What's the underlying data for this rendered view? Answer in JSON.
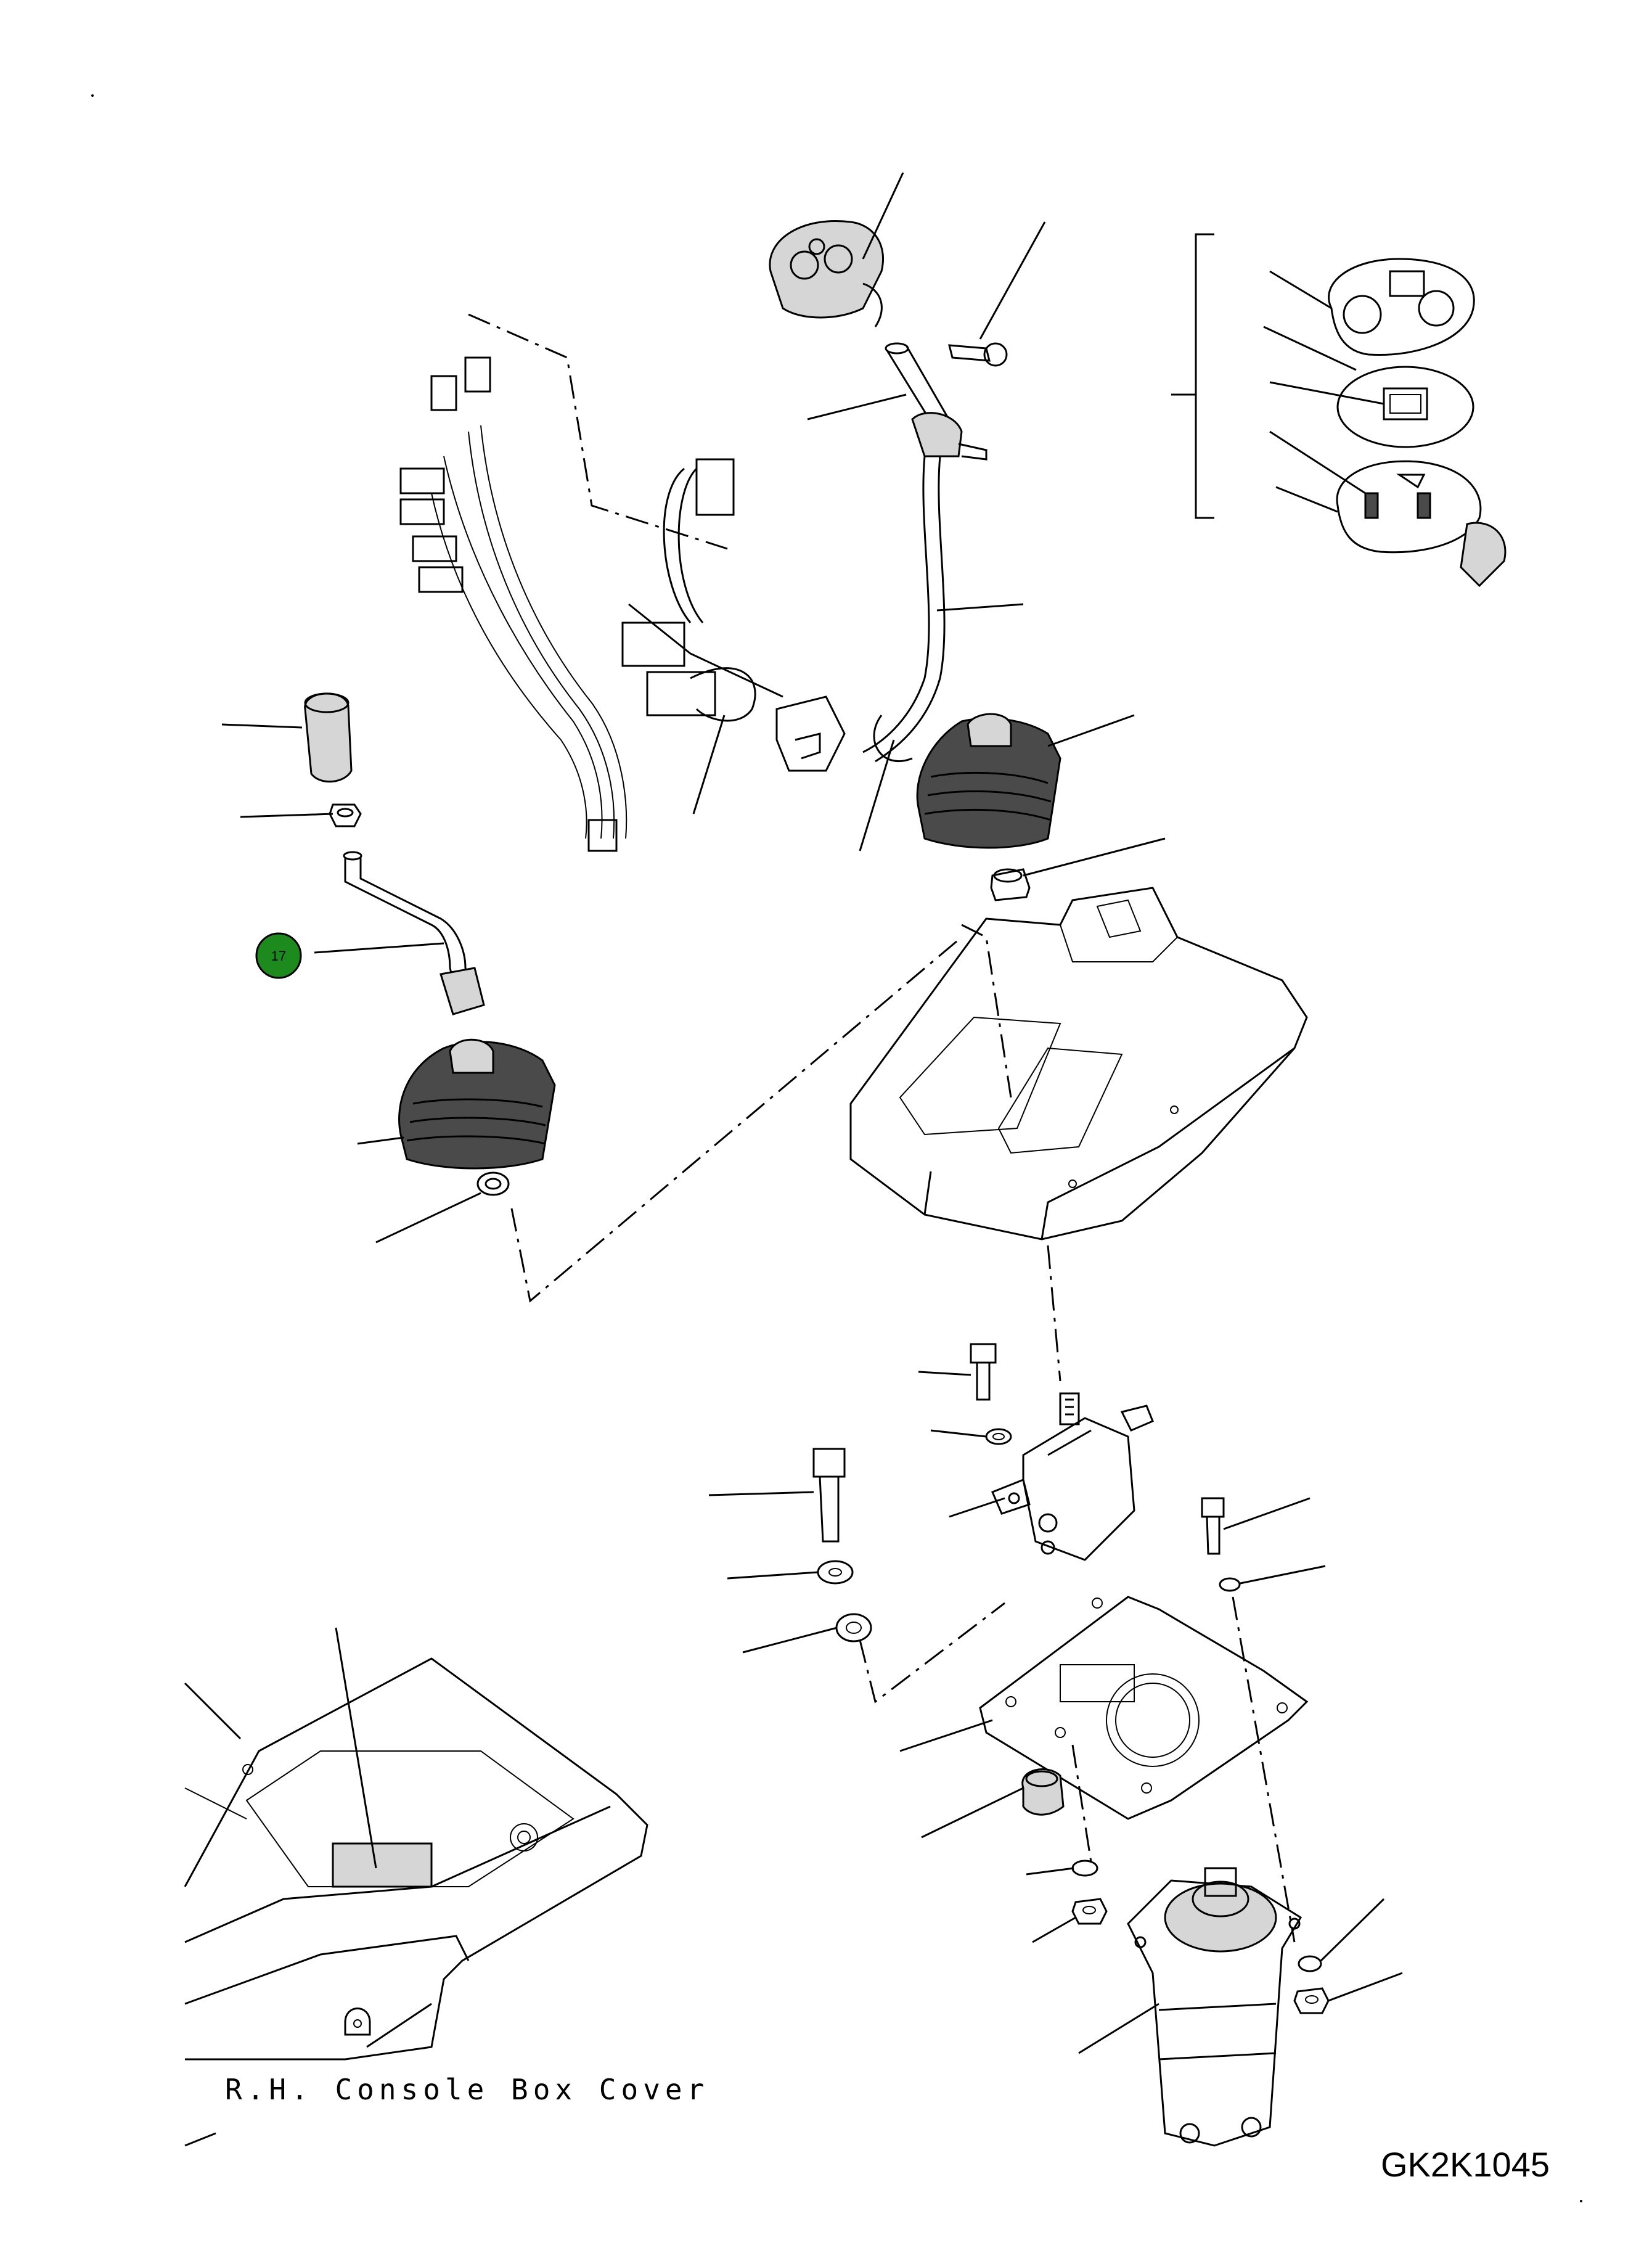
{
  "diagram": {
    "caption": "R.H. Console Box Cover",
    "drawing_code": "GK2K1045",
    "callouts": [
      {
        "number": "17",
        "color": "#1d8a1d"
      }
    ]
  }
}
